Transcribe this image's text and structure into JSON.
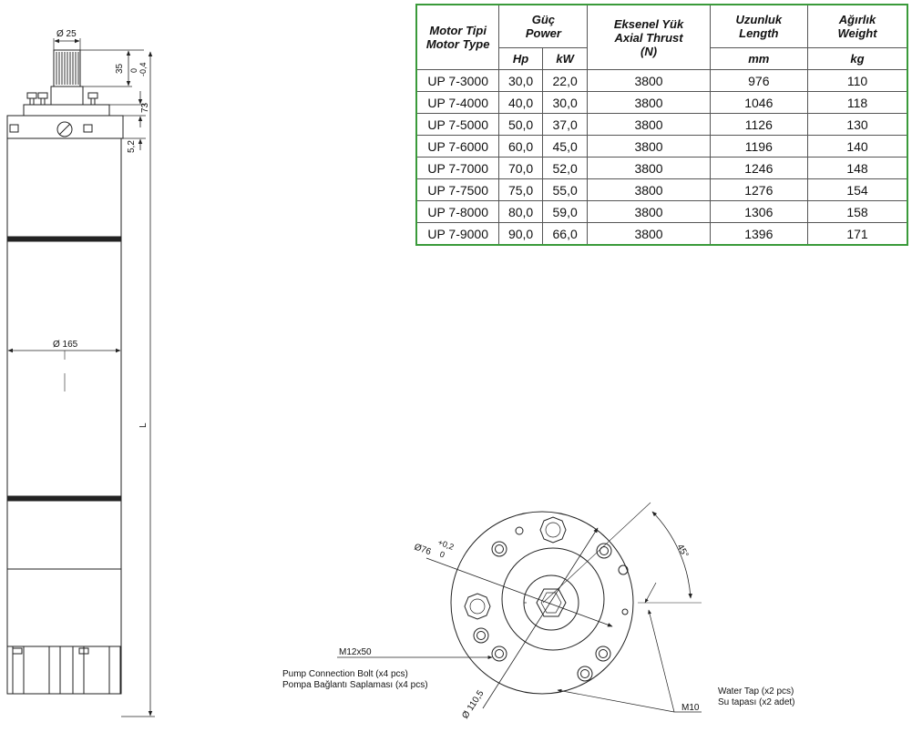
{
  "table": {
    "motor_type": [
      "Motor Tipi",
      "Motor Type"
    ],
    "power": [
      "Güç",
      "Power"
    ],
    "thrust": [
      "Eksenel Yük",
      "Axial Thrust",
      "(N)"
    ],
    "length": [
      "Uzunluk",
      "Length"
    ],
    "weight": [
      "Ağırlık",
      "Weight"
    ],
    "units": [
      "Hp",
      "kW",
      "mm",
      "kg"
    ],
    "rows": [
      [
        "UP 7-3000",
        "30,0",
        "22,0",
        "3800",
        "976",
        "110"
      ],
      [
        "UP 7-4000",
        "40,0",
        "30,0",
        "3800",
        "1046",
        "118"
      ],
      [
        "UP 7-5000",
        "50,0",
        "37,0",
        "3800",
        "1126",
        "130"
      ],
      [
        "UP 7-6000",
        "60,0",
        "45,0",
        "3800",
        "1196",
        "140"
      ],
      [
        "UP 7-7000",
        "70,0",
        "52,0",
        "3800",
        "1246",
        "148"
      ],
      [
        "UP 7-7500",
        "75,0",
        "55,0",
        "3800",
        "1276",
        "154"
      ],
      [
        "UP 7-8000",
        "80,0",
        "59,0",
        "3800",
        "1306",
        "158"
      ],
      [
        "UP 7-9000",
        "90,0",
        "66,0",
        "3800",
        "1396",
        "171"
      ]
    ]
  },
  "side_view": {
    "shaft_dia": "Ø 25",
    "shaft_len": "35",
    "tol_0": "0",
    "tol_neg": "-0,4",
    "flange_h": "73",
    "gap": "5,2",
    "body_dia": "Ø 165",
    "length": "L"
  },
  "end_view": {
    "bore": "Ø76",
    "bore_tol_up": "+0,2",
    "bore_tol_lo": "0",
    "outer": "Ø 110,5",
    "angle": "45°",
    "bolt": "M12x50",
    "bolt_en": "Pump Connection Bolt (x4 pcs)",
    "bolt_tr": "Pompa Bağlantı Saplaması (x4 pcs)",
    "tap": "M10",
    "tap_en": "Water Tap (x2 pcs)",
    "tap_tr": "Su tapası (x2 adet)"
  },
  "colors": {
    "border": "#3a9a3a",
    "line": "#222222"
  }
}
